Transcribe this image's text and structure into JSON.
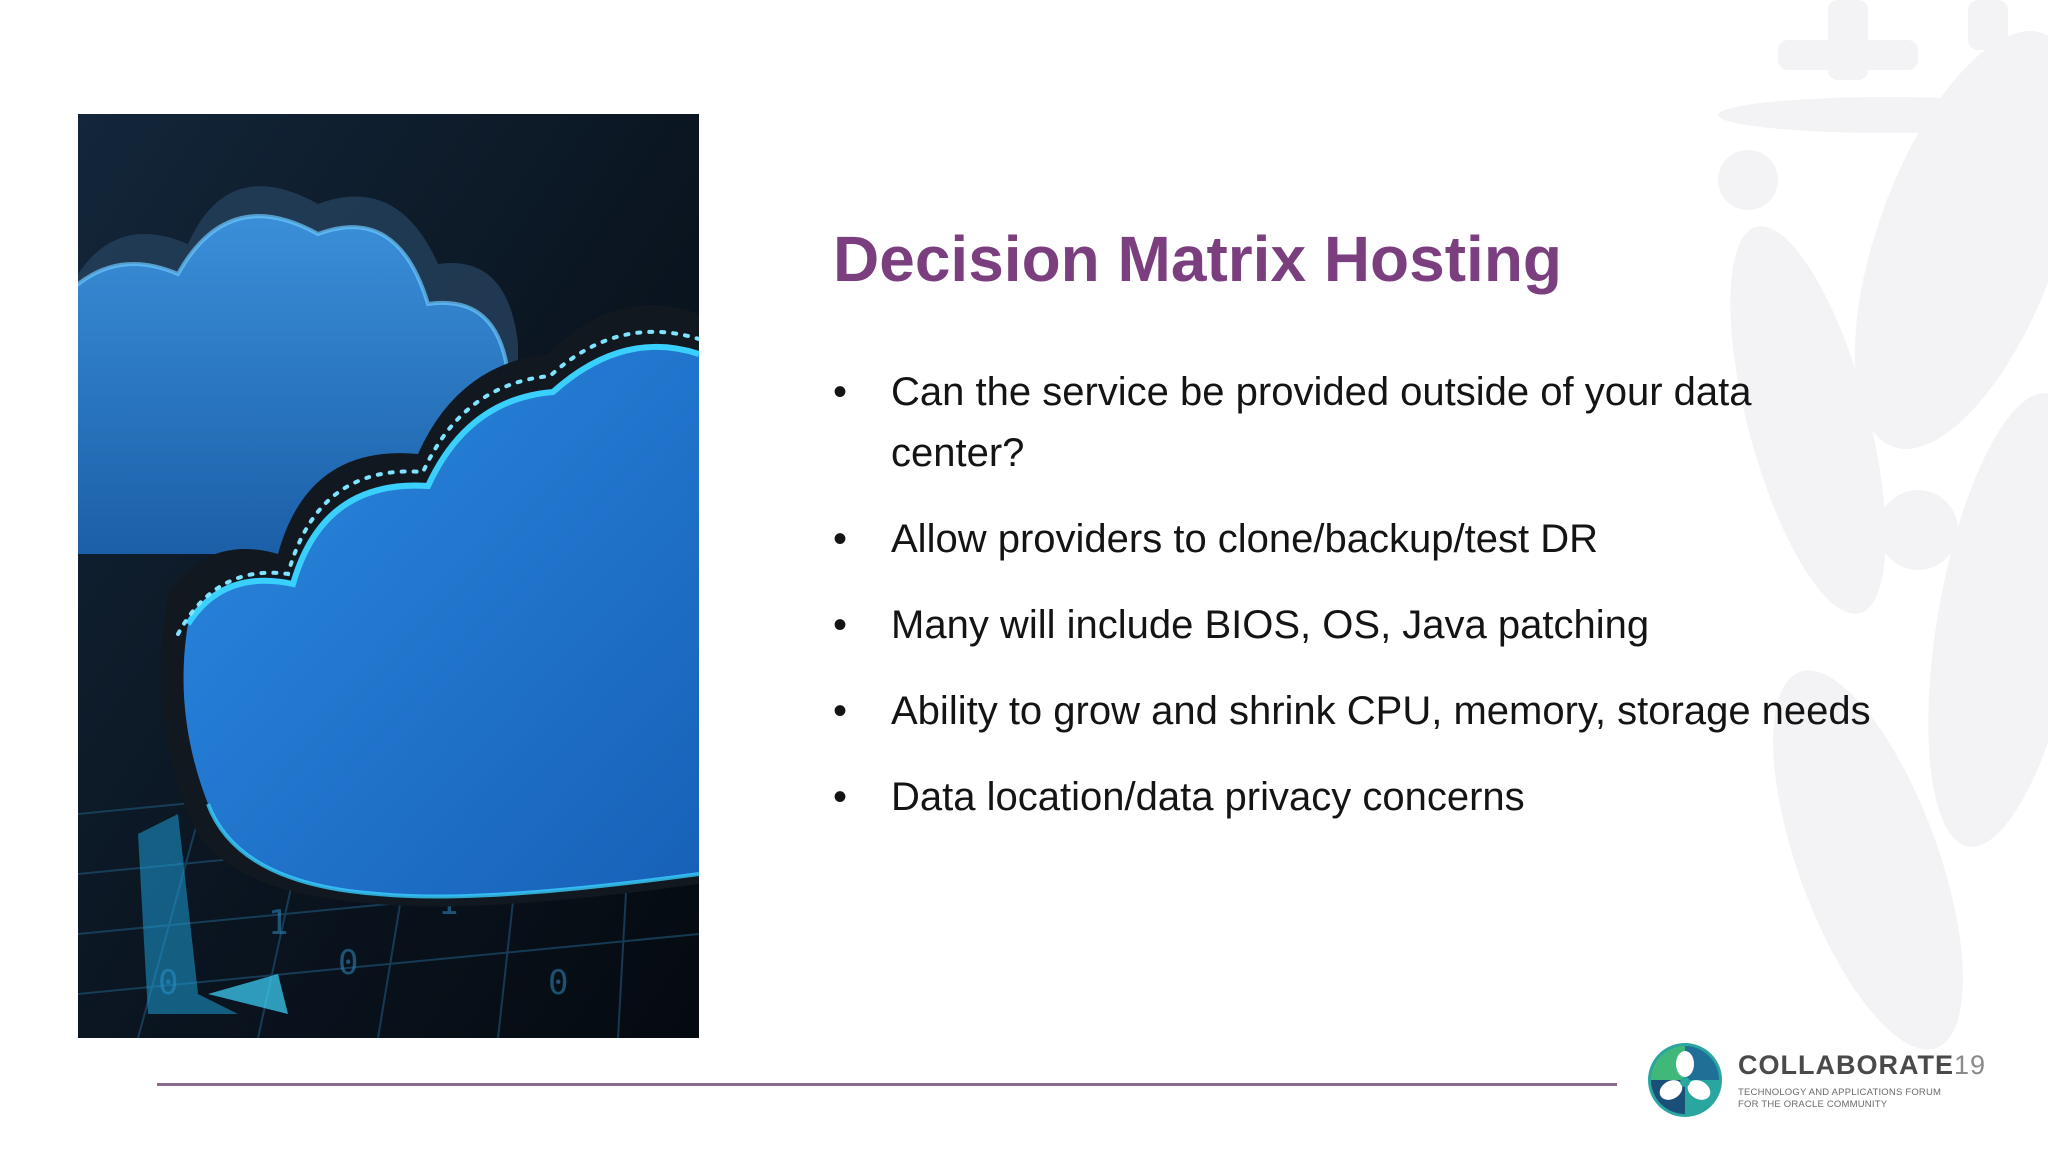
{
  "slide": {
    "title": "Decision Matrix Hosting",
    "bullets": [
      "Can the service be provided outside of your data center?",
      "Allow providers to clone/backup/test DR",
      "Many will include BIOS, OS, Java patching",
      "Ability to grow and shrink CPU, memory, storage needs",
      "Data location/data privacy concerns"
    ],
    "bullet_symbol": "•"
  },
  "image": {
    "icon": "cloud-computing-photo"
  },
  "logo": {
    "name": "COLLABORATE",
    "year": "19",
    "tagline_line1": "TECHNOLOGY AND APPLICATIONS FORUM",
    "tagline_line2": "FOR THE ORACLE COMMUNITY",
    "icon": "collaborate-logo-mark"
  },
  "colors": {
    "title": "#7b3f7f",
    "text": "#141414",
    "divider": "#8a6a8c",
    "cloud_blue": "#1f7ad0",
    "cloud_glow": "#35c6ff"
  }
}
